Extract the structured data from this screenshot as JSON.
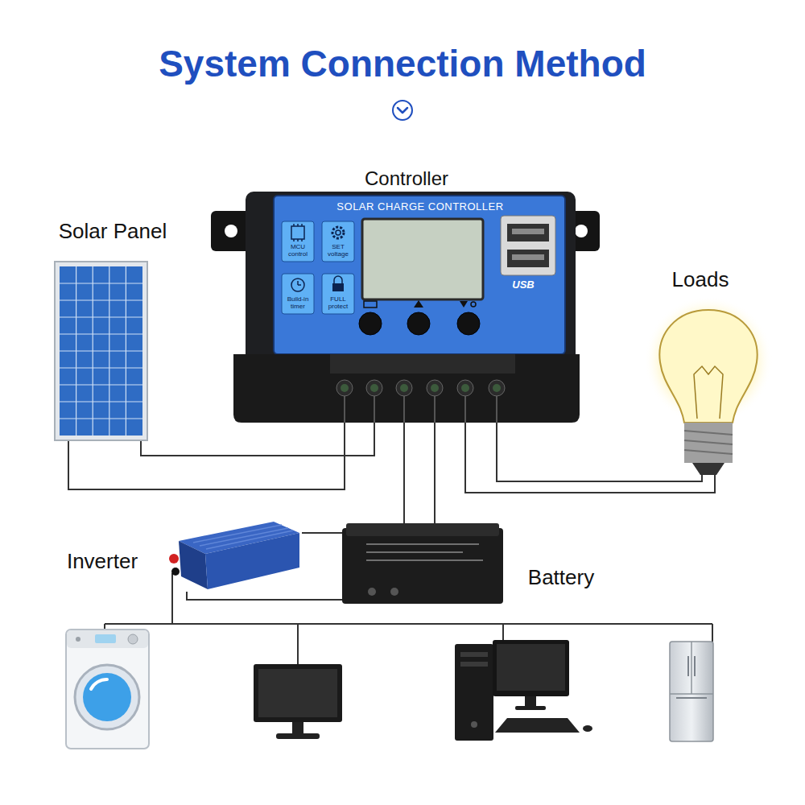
{
  "diagram": {
    "title": "System Connection Method",
    "nodes": [
      {
        "text": [
          "Controller",
          "SOLAR CHARGE CONTROLLER"
        ]
      },
      {
        "text": [
          "Solar Panel"
        ]
      },
      {
        "text": [
          "Loads"
        ]
      },
      {
        "text": [
          "Inverter"
        ]
      },
      {
        "text": [
          "Battery"
        ]
      }
    ],
    "edges": [
      {
        "from": 1,
        "to": 0,
        "arrow": "none"
      },
      {
        "from": 1,
        "to": 0,
        "arrow": "none"
      },
      {
        "from": 0,
        "to": 4,
        "arrow": "none"
      },
      {
        "from": 0,
        "to": 4,
        "arrow": "none"
      },
      {
        "from": 0,
        "to": 2,
        "arrow": "none"
      },
      {
        "from": 0,
        "to": 2,
        "arrow": "none"
      },
      {
        "from": 4,
        "to": 3,
        "arrow": "none"
      },
      {
        "from": 4,
        "to": 3,
        "arrow": "none"
      }
    ],
    "labels": [
      "MCU control",
      "SET voltage",
      "Build-in timer",
      "FULL protect",
      "USB"
    ]
  }
}
